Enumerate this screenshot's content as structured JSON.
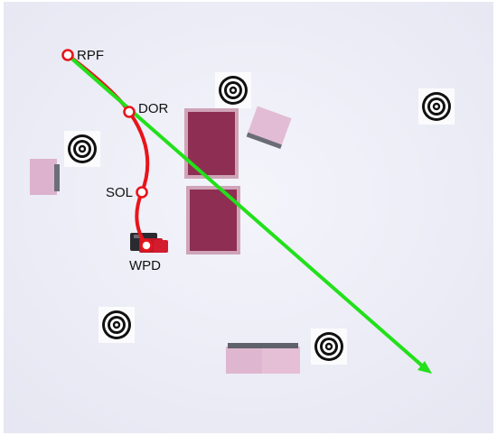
{
  "scene": {
    "description_labels": {
      "rpf": "RPF",
      "dor": "DOR",
      "sol": "SOL",
      "wpd": "WPD"
    }
  },
  "colors": {
    "trajectory": "#e8141a",
    "heading_arrow": "#22e01a",
    "floor": "#ecedf6",
    "box": "#ddb2cf",
    "card": "#8e2e52",
    "target": "#111111"
  },
  "icons": {
    "target": "concentric-ring-target-icon",
    "waypoint": "circle-marker-icon",
    "arrow": "arrowhead-icon"
  }
}
